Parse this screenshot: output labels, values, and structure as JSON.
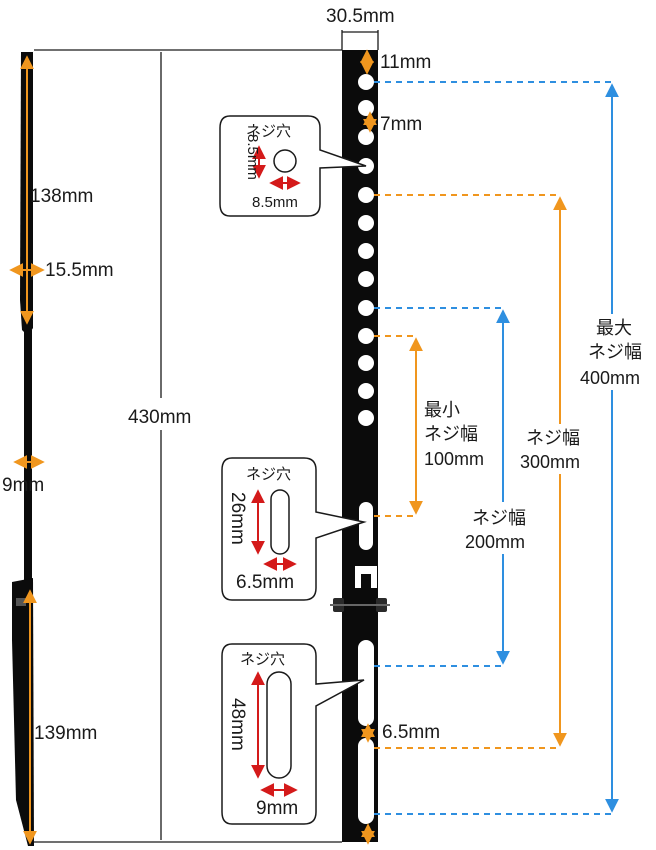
{
  "colors": {
    "orange": "#f0961e",
    "blue": "#2e8fe0",
    "red": "#d41a1a",
    "bracket": "#0b0b0b"
  },
  "dimensions": {
    "width_top": "30.5mm",
    "hole_top_offset": "11mm",
    "hole_gap": "7mm",
    "upper_arm_length": "138mm",
    "upper_arm_thickness": "15.5mm",
    "spine_thickness": "9mm",
    "total_height": "430mm",
    "lower_arm_length": "139mm",
    "slot_gap": "6.5mm"
  },
  "callouts": {
    "hole": {
      "title": "ネジ穴",
      "height": "8.5mm",
      "width": "8.5mm"
    },
    "slot_mid": {
      "title": "ネジ穴",
      "height": "26mm",
      "width": "6.5mm"
    },
    "slot_low": {
      "title": "ネジ穴",
      "height": "48mm",
      "width": "9mm"
    }
  },
  "spans": {
    "min": {
      "line1": "最小",
      "line2": "ネジ幅",
      "value": "100mm"
    },
    "s200": {
      "line1": "ネジ幅",
      "value": "200mm"
    },
    "s300": {
      "line1": "ネジ幅",
      "value": "300mm"
    },
    "max": {
      "line1": "最大",
      "line2": "ネジ幅",
      "value": "400mm"
    }
  }
}
